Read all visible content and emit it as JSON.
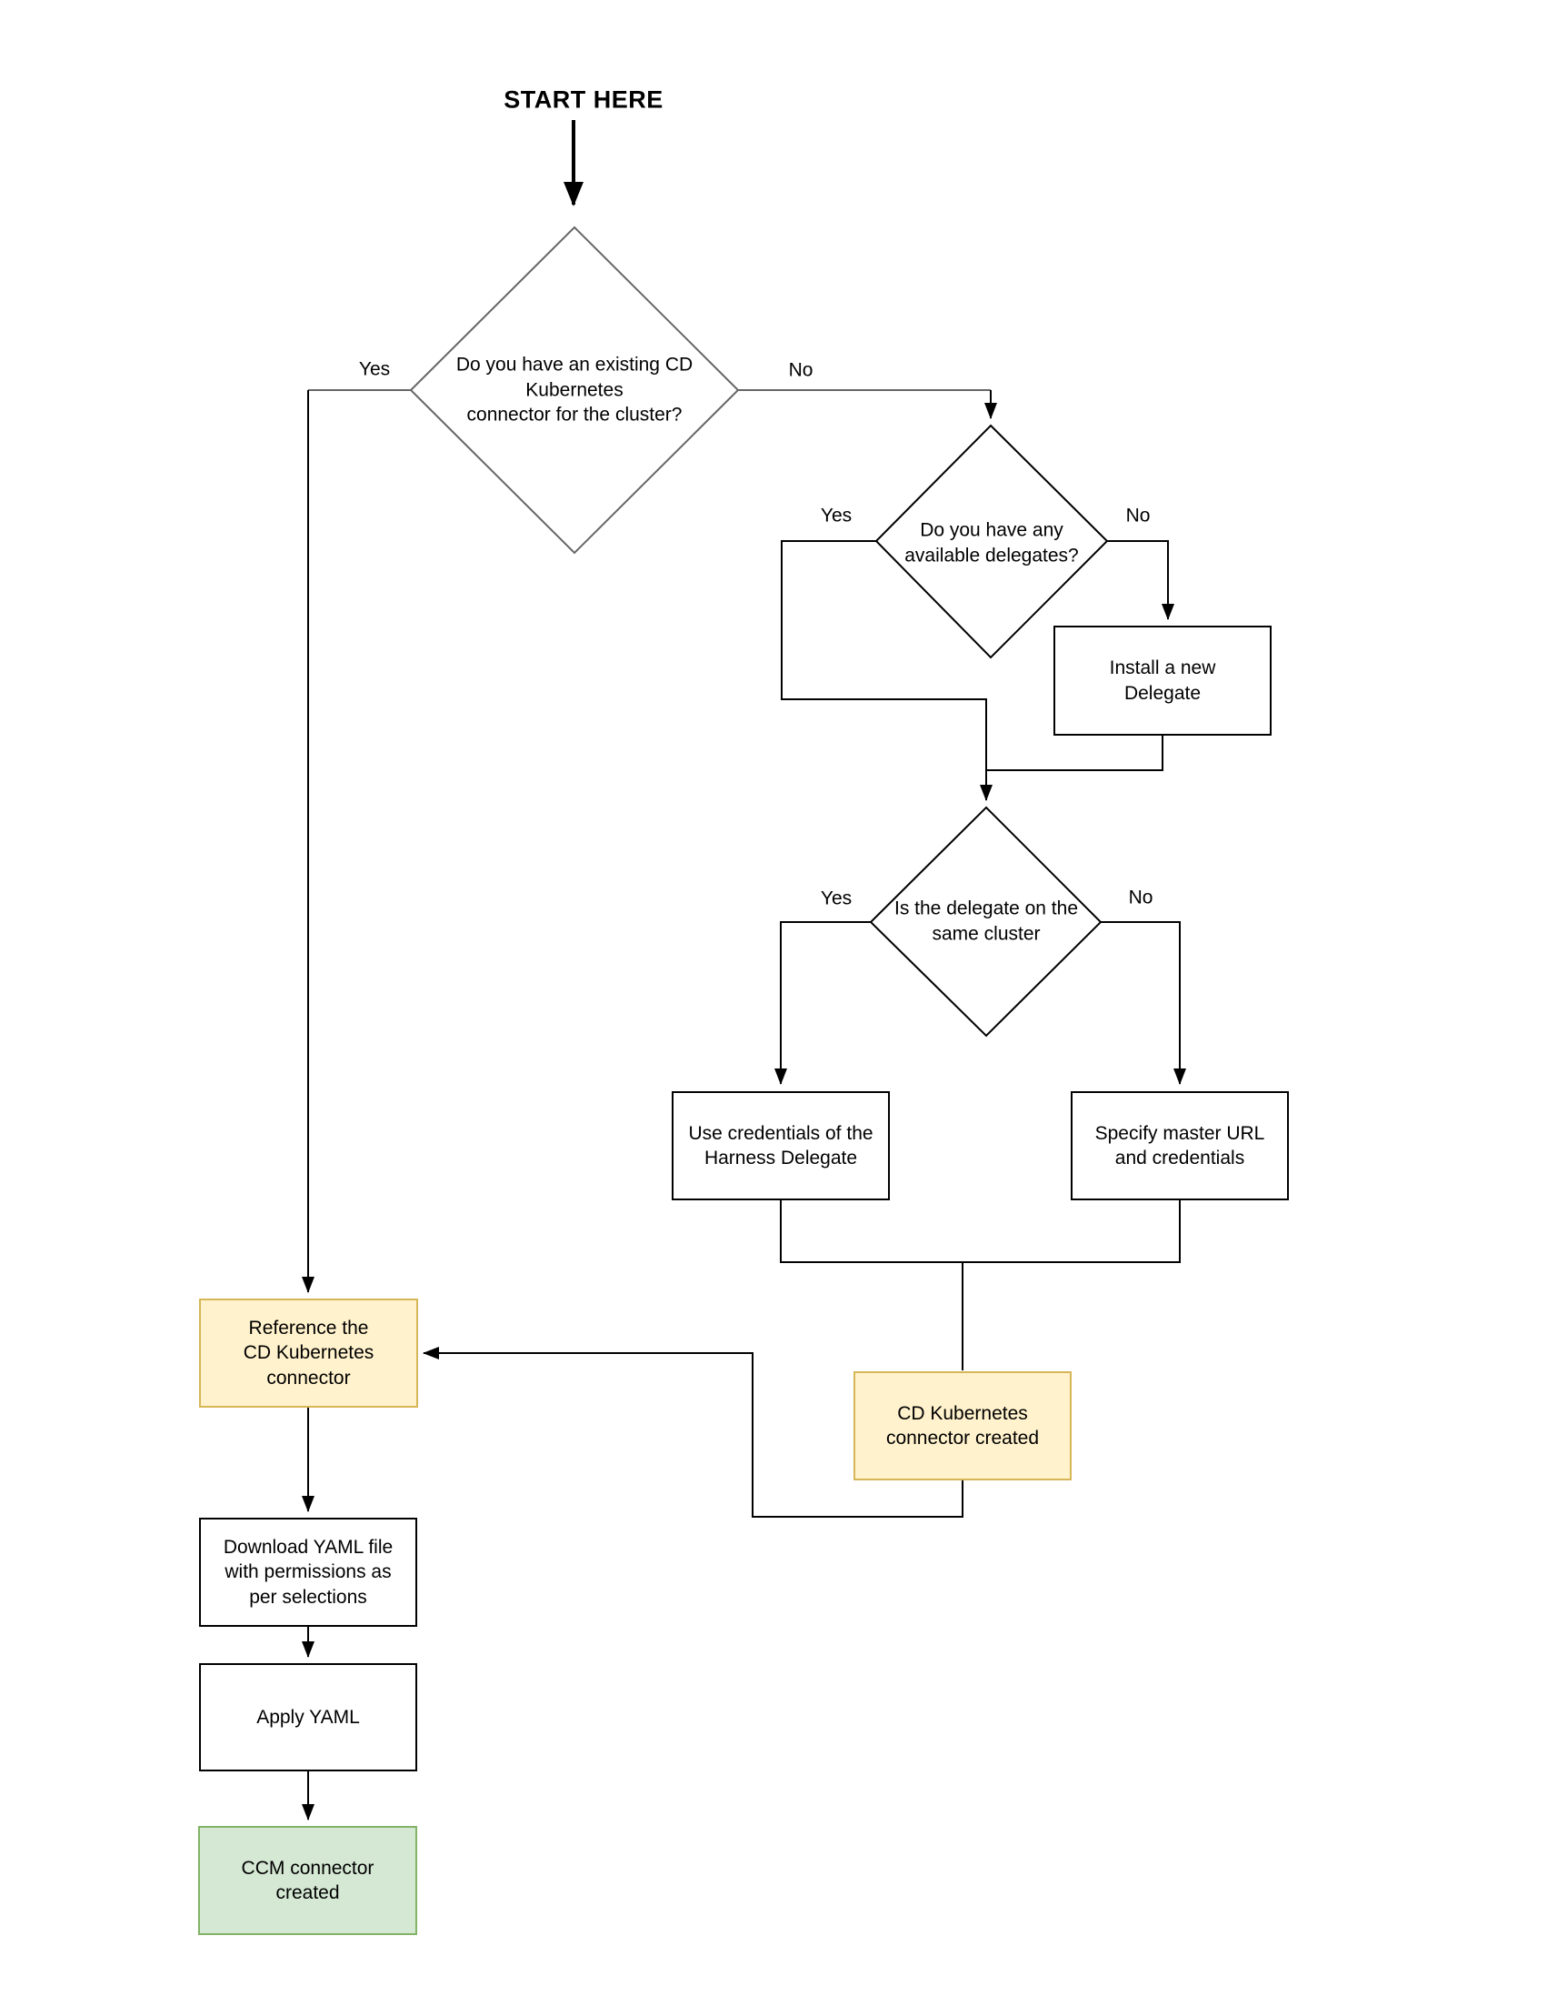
{
  "title": "START HERE",
  "colors": {
    "background": "#ffffff",
    "line": "#000000",
    "start_diamond_stroke": "#666666",
    "box_stroke": "#000000",
    "yellow_fill": "#FFF2CC",
    "yellow_border": "#D6B656",
    "green_fill": "#D5E8D4",
    "green_border": "#82B366"
  },
  "nodes": {
    "d1": "Do you have an existing CD\nKubernetes\nconnector for the cluster?",
    "d2": "Do you have any\navailable delegates?",
    "d3": "Is the delegate on the\nsame cluster",
    "install": "Install a new\nDelegate",
    "use_credentials": "Use credentials of the\nHarness Delegate",
    "specify": "Specify master URL\nand credentials",
    "cd_created": "CD Kubernetes\nconnector created",
    "reference": "Reference the\nCD Kubernetes\nconnector",
    "download": "Download YAML file\nwith permissions as\nper selections",
    "apply": "Apply YAML",
    "ccm": "CCM connector\ncreated"
  },
  "edge_labels": {
    "d1_yes": "Yes",
    "d1_no": "No",
    "d2_yes": "Yes",
    "d2_no": "No",
    "d3_yes": "Yes",
    "d3_no": "No"
  }
}
